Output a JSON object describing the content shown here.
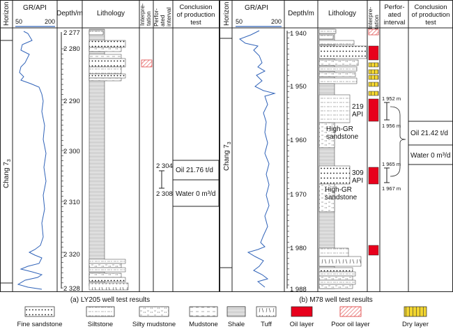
{
  "headers": {
    "horizon": "Horizon",
    "gr": "GR/API",
    "gr_min": "50",
    "gr_max": "200",
    "depth": "Depth/m",
    "lithology": "Lithology",
    "interp": [
      "Interpre-",
      "tation"
    ],
    "perf_a": [
      "Perfor-",
      "ated",
      "interval"
    ],
    "perf_b": [
      "Perfor-",
      "ated",
      "interval"
    ],
    "conclusion": [
      "Conclusion",
      "of production",
      "test"
    ]
  },
  "horizon_label": "Chang 7",
  "horizon_sub": "3",
  "well_a": {
    "caption": "(a) LY205 well test results",
    "depths": [
      "2 277",
      "2 280",
      "2 290",
      "2 300",
      "2 310",
      "2 320",
      "2 328"
    ],
    "perf_top": "2 304",
    "perf_bottom": "2 308",
    "oil": "Oil  21.76 t/d",
    "water": "Water  0 m³/d"
  },
  "well_b": {
    "caption": "(b) M78 well test results",
    "depths": [
      "1 940",
      "1 950",
      "1 960",
      "1 970",
      "1 980",
      "1 988"
    ],
    "perf1_top": "1 952 m",
    "perf1_bottom": "1 956 m",
    "perf2_top": "1 965 m",
    "perf2_bottom": "1 967 m",
    "gr1_value": "219",
    "gr1_unit": "API",
    "gr1_label": [
      "High-GR",
      "sandstone"
    ],
    "gr2_value": "309",
    "gr2_unit": "API",
    "gr2_label": [
      "High-GR",
      "sandstone"
    ],
    "oil": "Oil  21.42 t/d",
    "water": "Water  0 m³/d"
  },
  "legend": {
    "fine_sandstone": "Fine sandstone",
    "siltstone": "Siltstone",
    "silty_mudstone": "Silty mudstone",
    "mudstone": "Mudstone",
    "shale": "Shale",
    "tuff": "Tuff",
    "oil_layer": "Oil layer",
    "poor_oil_layer": "Poor oil layer",
    "dry_layer": "Dry layer"
  },
  "colors": {
    "gr_curve": "#2f62b8",
    "oil_layer": "#e8001c",
    "poor_oil_hatch": "#e04848",
    "dry_layer": "#f2d530",
    "frame": "#222222"
  }
}
